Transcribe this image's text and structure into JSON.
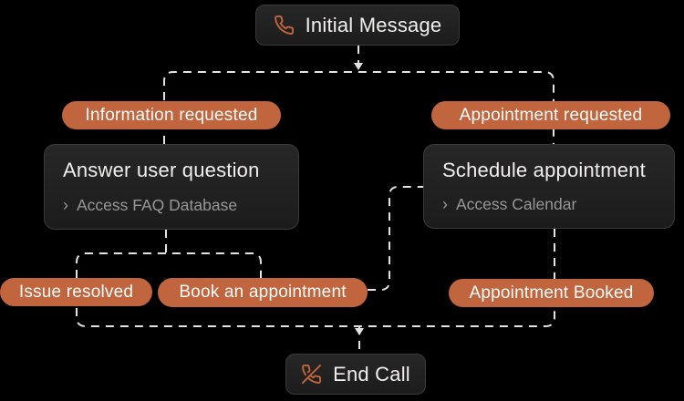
{
  "colors": {
    "background": "#000000",
    "node_bg": "#1f1f1f",
    "node_border": "#3a3a3a",
    "accent": "#c0653d",
    "text_primary": "#f0efed",
    "text_secondary": "#979797",
    "connector": "#e3e3e3",
    "pill_text": "#fdfcfb"
  },
  "nodes": {
    "initial_message": {
      "label": "Initial Message",
      "icon": "phone-icon"
    },
    "answer_user_question": {
      "title": "Answer user question",
      "chevron": "›",
      "action": "Access FAQ Database"
    },
    "schedule_appointment": {
      "title": "Schedule appointment",
      "chevron": "›",
      "action": "Access Calendar"
    },
    "end_call": {
      "label": "End Call",
      "icon": "phone-off-icon"
    }
  },
  "edge_labels": {
    "information_requested": "Information requested",
    "appointment_requested": "Appointment requested",
    "issue_resolved": "Issue resolved",
    "book_an_appointment": "Book an appointment",
    "appointment_booked": "Appointment Booked"
  }
}
